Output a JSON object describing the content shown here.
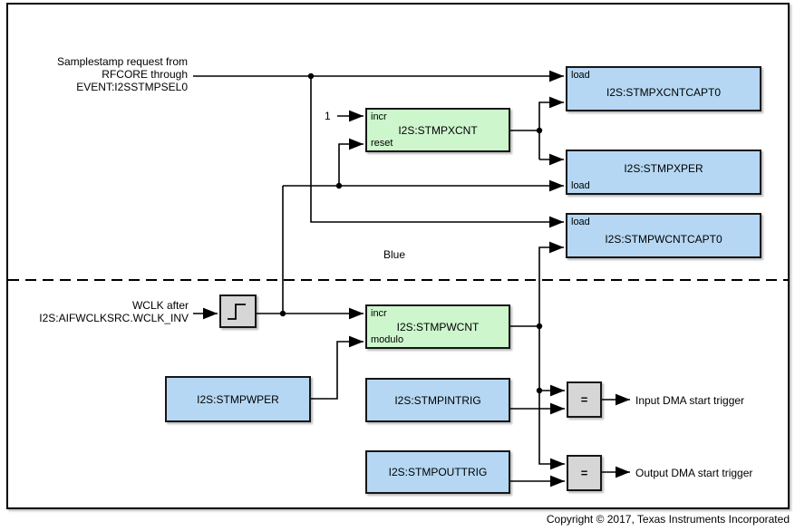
{
  "diagram": {
    "source_labels": {
      "samplestamp_line1": "Samplestamp request from",
      "samplestamp_line2": "RFCORE through",
      "samplestamp_line3": "EVENT:I2SSTMPSEL0",
      "wclk_line1": "WCLK after",
      "wclk_line2": "I2S:AIFWCLKSRC.WCLK_INV",
      "constant_one": "1",
      "domain_label": "Blue"
    },
    "registers": {
      "stmpxcnt": {
        "title": "I2S:STMPXCNT",
        "top_port": "incr",
        "bottom_port": "reset"
      },
      "stmpwcnt": {
        "title": "I2S:STMPWCNT",
        "top_port": "incr",
        "bottom_port": "modulo"
      },
      "stmpxcntcapt0": {
        "title": "I2S:STMPXCNTCAPT0",
        "port": "load"
      },
      "stmpxper": {
        "title": "I2S:STMPXPER",
        "port": "load"
      },
      "stmpwcntcapt0": {
        "title": "I2S:STMPWCNTCAPT0",
        "port": "load"
      },
      "stmpwper": {
        "title": "I2S:STMPWPER"
      },
      "stmpintrig": {
        "title": "I2S:STMPINTRIG"
      },
      "stmpouttrig": {
        "title": "I2S:STMPOUTTRIG"
      }
    },
    "comparators": {
      "input": {
        "symbol": "="
      },
      "output": {
        "symbol": "="
      }
    },
    "outputs": {
      "input_dma": "Input DMA start trigger",
      "output_dma": "Output DMA start trigger"
    },
    "colors": {
      "register_fill": "#b5d7f3",
      "counter_fill": "#cdf6cd",
      "comparator_fill": "#d6d6d6",
      "wire": "#000000"
    },
    "footer": "Copyright © 2017, Texas Instruments Incorporated"
  }
}
